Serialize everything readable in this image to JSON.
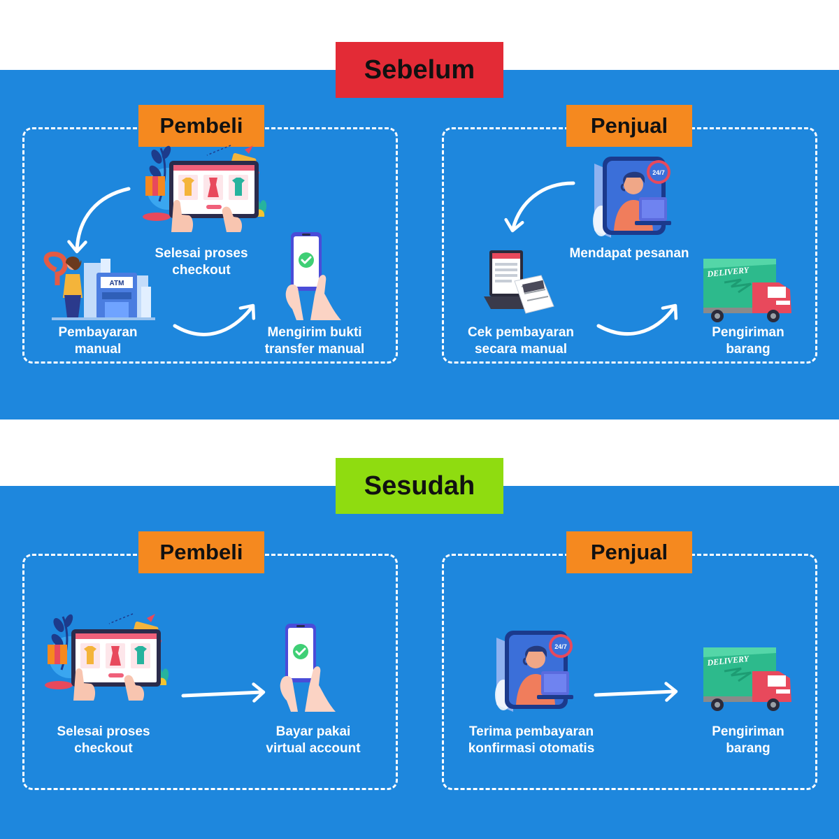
{
  "before": {
    "heading": "Sebelum",
    "buyer": {
      "tag": "Pembeli",
      "checkout": {
        "line1": "Selesai proses",
        "line2": "checkout"
      },
      "manual_payment": {
        "line1": "Pembayaran",
        "line2": "manual",
        "atm_sign": "ATM"
      },
      "send_proof": {
        "line1": "Mengirim bukti",
        "line2": "transfer manual"
      }
    },
    "seller": {
      "tag": "Penjual",
      "order": {
        "line1": "Mendapat pesanan",
        "badge": "24/7"
      },
      "check_payment": {
        "line1": "Cek pembayaran",
        "line2": "secara manual"
      },
      "shipping": {
        "line1": "Pengiriman",
        "line2": "barang",
        "truck_text": "DELIVERY"
      }
    }
  },
  "after": {
    "heading": "Sesudah",
    "buyer": {
      "tag": "Pembeli",
      "checkout": {
        "line1": "Selesai proses",
        "line2": "checkout"
      },
      "virtual_account": {
        "line1": "Bayar pakai",
        "line2": "virtual account"
      }
    },
    "seller": {
      "tag": "Penjual",
      "auto_confirm": {
        "line1": "Terima pembayaran",
        "line2": "konfirmasi otomatis",
        "badge": "24/7"
      },
      "shipping": {
        "line1": "Pengiriman",
        "line2": "barang",
        "truck_text": "DELIVERY"
      }
    }
  },
  "colors": {
    "background_blue": "#1e87dd",
    "before_heading": "#e32b36",
    "after_heading": "#8fdc10",
    "role_tag": "#f5891f"
  }
}
